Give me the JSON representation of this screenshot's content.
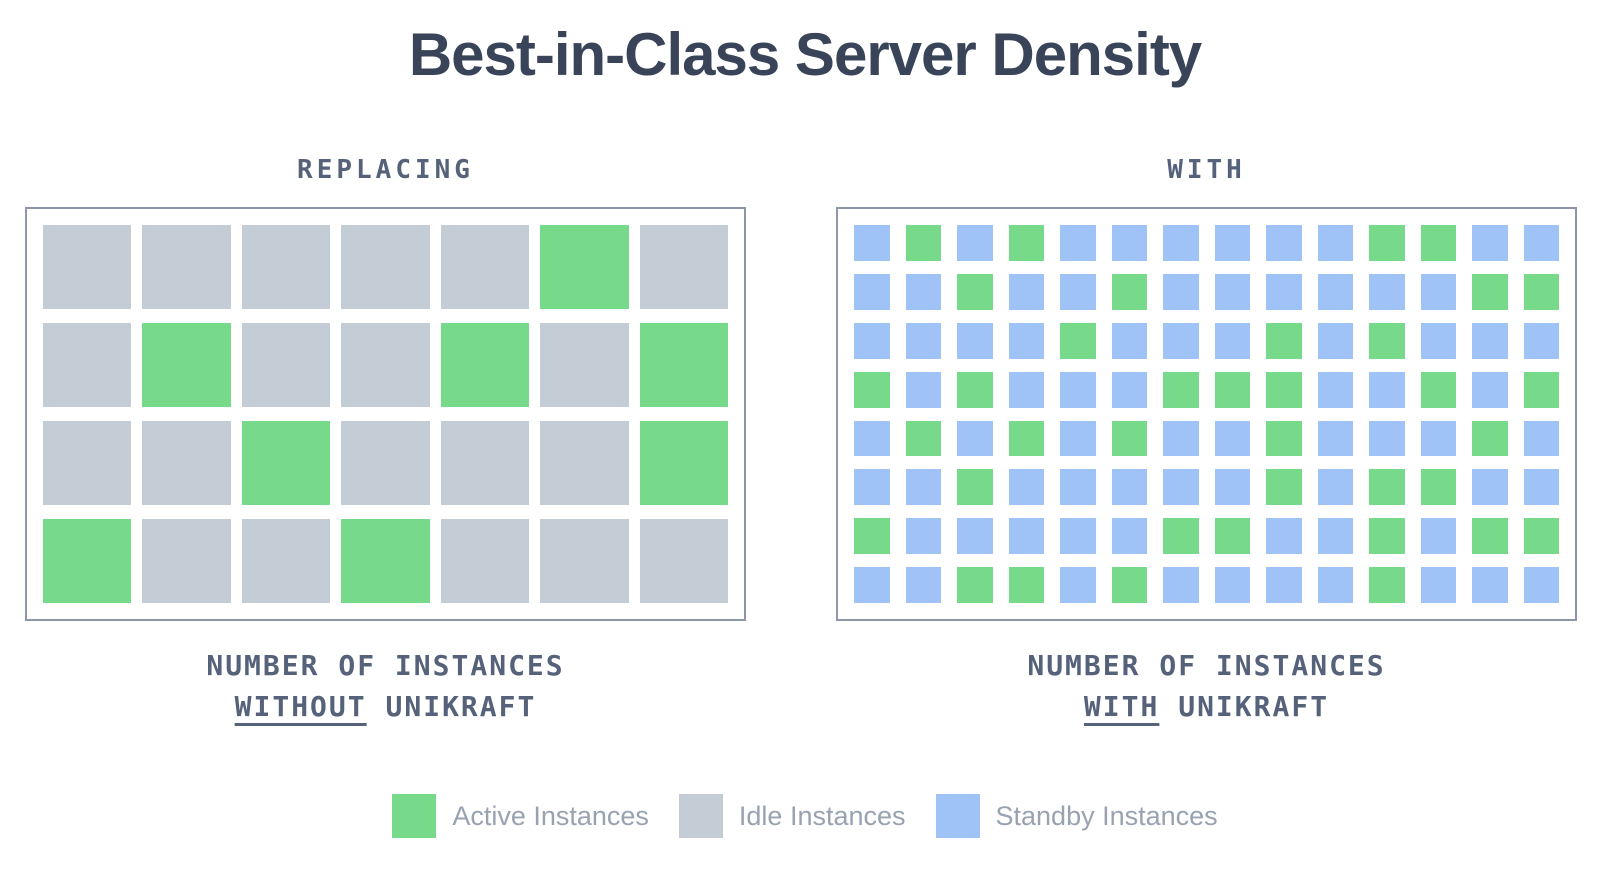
{
  "title": "Best-in-Class Server Density",
  "colors": {
    "active": "#77d98a",
    "idle": "#c4ccd6",
    "standby": "#9fc3f7",
    "panel_border": "#8d97a7",
    "title_text": "#394459",
    "label_text": "#55627a",
    "legend_text": "#99a2b1",
    "background": "#ffffff"
  },
  "panels": {
    "left": {
      "label": "REPLACING",
      "caption_line1": "NUMBER OF INSTANCES",
      "caption_underline": "WITHOUT",
      "caption_rest": " UNIKRAFT",
      "grid": {
        "columns": 7,
        "rows": 4,
        "cells": [
          "I",
          "I",
          "I",
          "I",
          "I",
          "A",
          "I",
          "I",
          "A",
          "I",
          "I",
          "A",
          "I",
          "A",
          "I",
          "I",
          "A",
          "I",
          "I",
          "I",
          "A",
          "A",
          "I",
          "I",
          "A",
          "I",
          "I",
          "I"
        ]
      }
    },
    "right": {
      "label": "WITH",
      "caption_line1": "NUMBER OF INSTANCES",
      "caption_underline": "WITH",
      "caption_rest": " UNIKRAFT",
      "grid": {
        "columns": 14,
        "rows": 8,
        "cells": [
          "S",
          "A",
          "S",
          "A",
          "S",
          "S",
          "S",
          "S",
          "S",
          "S",
          "A",
          "A",
          "S",
          "S",
          "S",
          "S",
          "A",
          "S",
          "S",
          "A",
          "S",
          "S",
          "S",
          "S",
          "S",
          "S",
          "A",
          "A",
          "S",
          "S",
          "S",
          "S",
          "A",
          "S",
          "S",
          "S",
          "A",
          "S",
          "A",
          "S",
          "S",
          "S",
          "A",
          "S",
          "A",
          "S",
          "S",
          "S",
          "A",
          "A",
          "A",
          "S",
          "S",
          "A",
          "S",
          "A",
          "S",
          "A",
          "S",
          "A",
          "S",
          "A",
          "S",
          "S",
          "A",
          "S",
          "S",
          "S",
          "A",
          "S",
          "S",
          "S",
          "A",
          "S",
          "S",
          "S",
          "S",
          "S",
          "A",
          "S",
          "A",
          "A",
          "S",
          "S",
          "A",
          "S",
          "S",
          "S",
          "S",
          "S",
          "A",
          "A",
          "S",
          "S",
          "A",
          "S",
          "A",
          "A",
          "S",
          "S",
          "A",
          "A",
          "S",
          "A",
          "S",
          "S",
          "S",
          "S",
          "A",
          "S",
          "S",
          "S"
        ]
      }
    }
  },
  "legend": {
    "items": [
      {
        "key": "A",
        "label": "Active Instances"
      },
      {
        "key": "I",
        "label": "Idle Instances"
      },
      {
        "key": "S",
        "label": "Standby Instances"
      }
    ]
  },
  "chart_data": [
    {
      "type": "heatmap",
      "title": "REPLACING — NUMBER OF INSTANCES WITHOUT UNIKRAFT",
      "rows": 4,
      "columns": 7,
      "cell_states": [
        [
          "idle",
          "idle",
          "idle",
          "idle",
          "idle",
          "active",
          "idle"
        ],
        [
          "idle",
          "active",
          "idle",
          "idle",
          "active",
          "idle",
          "active"
        ],
        [
          "idle",
          "idle",
          "active",
          "idle",
          "idle",
          "idle",
          "active"
        ],
        [
          "active",
          "idle",
          "idle",
          "active",
          "idle",
          "idle",
          "idle"
        ]
      ],
      "counts": {
        "active": 8,
        "idle": 20,
        "standby": 0,
        "total": 28
      },
      "legend_entries": [
        "Active Instances",
        "Idle Instances",
        "Standby Instances"
      ],
      "legend_position": "bottom"
    },
    {
      "type": "heatmap",
      "title": "WITH — NUMBER OF INSTANCES WITH UNIKRAFT",
      "rows": 8,
      "columns": 14,
      "cell_states": [
        [
          "standby",
          "active",
          "standby",
          "active",
          "standby",
          "standby",
          "standby",
          "standby",
          "standby",
          "standby",
          "active",
          "active",
          "standby",
          "standby"
        ],
        [
          "standby",
          "standby",
          "active",
          "standby",
          "standby",
          "active",
          "standby",
          "standby",
          "standby",
          "standby",
          "standby",
          "standby",
          "active",
          "active"
        ],
        [
          "standby",
          "standby",
          "standby",
          "standby",
          "active",
          "standby",
          "standby",
          "standby",
          "active",
          "standby",
          "active",
          "standby",
          "standby",
          "standby"
        ],
        [
          "active",
          "standby",
          "active",
          "standby",
          "standby",
          "standby",
          "active",
          "active",
          "active",
          "standby",
          "standby",
          "active",
          "standby",
          "active"
        ],
        [
          "standby",
          "active",
          "standby",
          "active",
          "standby",
          "active",
          "standby",
          "standby",
          "active",
          "standby",
          "standby",
          "standby",
          "active",
          "standby"
        ],
        [
          "standby",
          "standby",
          "active",
          "standby",
          "standby",
          "standby",
          "standby",
          "standby",
          "active",
          "standby",
          "active",
          "active",
          "standby",
          "standby"
        ],
        [
          "active",
          "standby",
          "standby",
          "standby",
          "standby",
          "standby",
          "active",
          "active",
          "standby",
          "standby",
          "active",
          "standby",
          "active",
          "active"
        ],
        [
          "standby",
          "standby",
          "active",
          "active",
          "standby",
          "active",
          "standby",
          "standby",
          "standby",
          "standby",
          "active",
          "standby",
          "standby",
          "standby"
        ]
      ],
      "counts": {
        "active": 37,
        "idle": 0,
        "standby": 75,
        "total": 112
      },
      "legend_entries": [
        "Active Instances",
        "Idle Instances",
        "Standby Instances"
      ],
      "legend_position": "bottom"
    }
  ]
}
